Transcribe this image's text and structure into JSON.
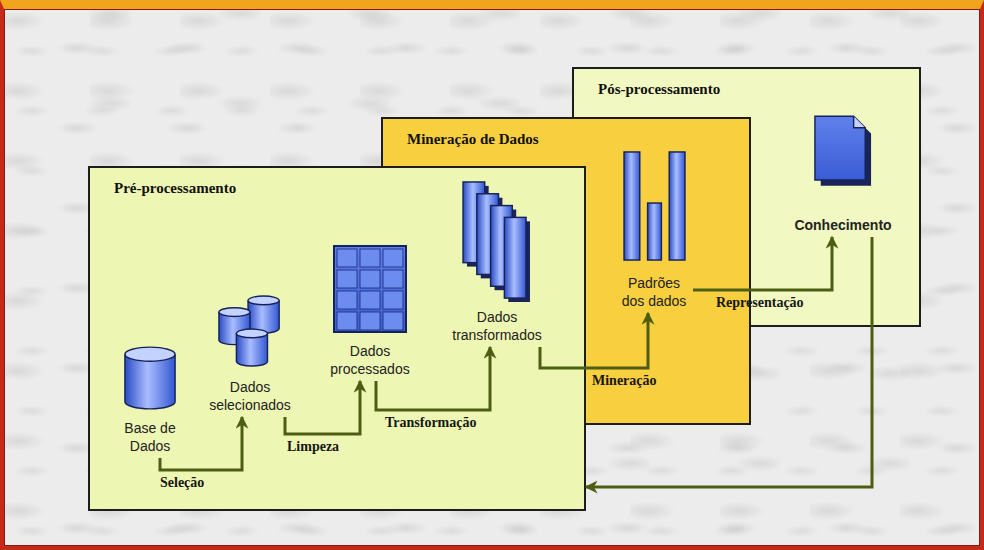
{
  "diagram": {
    "nodes": [
      {
        "text": [
          "Pré-processamento"
        ]
      },
      {
        "text": [
          "Base de Dados"
        ],
        "in": 0
      },
      {
        "text": [
          "Dados selecionados"
        ],
        "in": 0
      },
      {
        "text": [
          "Dados processados"
        ],
        "in": 0
      },
      {
        "text": [
          "Dados transformados"
        ],
        "in": 0
      },
      {
        "text": [
          "Mineração de Dados"
        ]
      },
      {
        "text": [
          "Padrões dos dados"
        ],
        "in": 5
      },
      {
        "text": [
          "Pós-processamento"
        ]
      },
      {
        "text": [
          "Conhecimento"
        ],
        "in": 7
      }
    ],
    "edges": [
      {
        "from": 1,
        "to": 2,
        "label": "Seleção",
        "arrow": "to"
      },
      {
        "from": 2,
        "to": 3,
        "label": "Limpeza",
        "arrow": "to"
      },
      {
        "from": 3,
        "to": 4,
        "label": "Transformação",
        "arrow": "to"
      },
      {
        "from": 4,
        "to": 6,
        "label": "Mineração",
        "arrow": "to"
      },
      {
        "from": 6,
        "to": 8,
        "label": "Representação",
        "arrow": "to"
      },
      {
        "from": 8,
        "to": 0,
        "arrow": "to"
      }
    ]
  }
}
